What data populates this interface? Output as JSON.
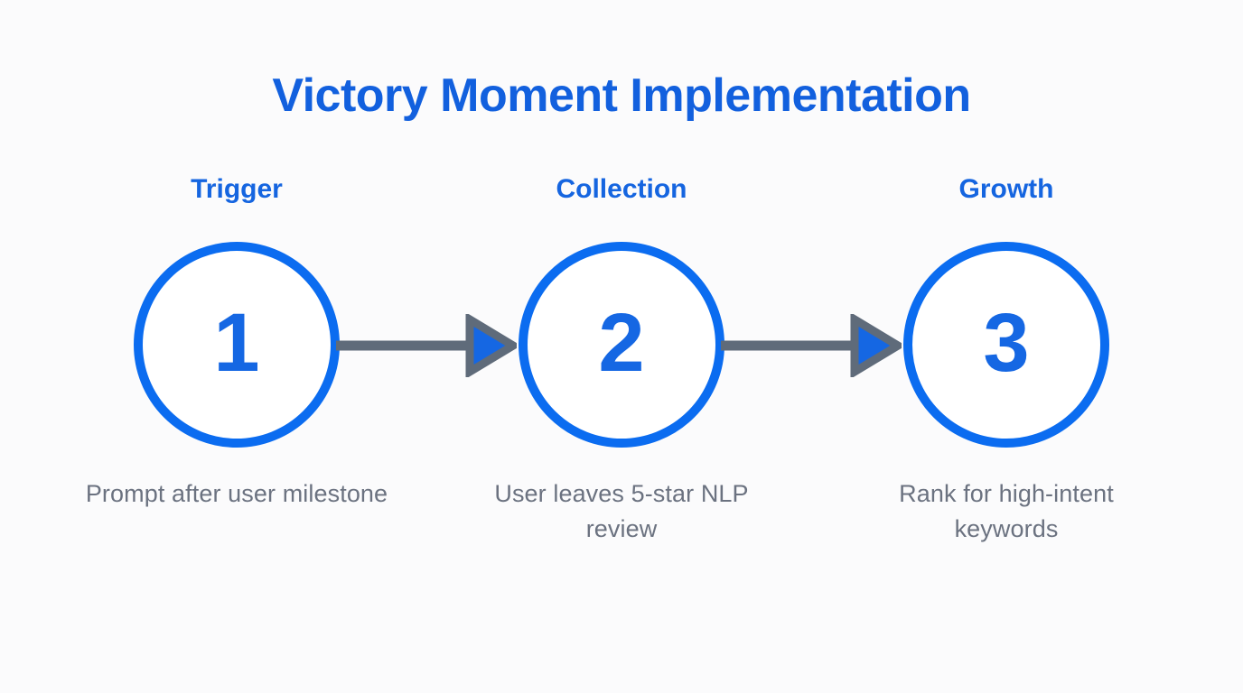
{
  "slide": {
    "title": "Victory Moment Implementation",
    "background_color": "#fbfbfc",
    "title_color": "#1260de",
    "accent_color": "#0b6cf0",
    "caption_color": "#6b7280",
    "arrow_color": "#5f6b7a",
    "arrowhead_fill_color": "#1567e3"
  },
  "steps": [
    {
      "label": "Trigger",
      "number": "1",
      "caption": "Prompt after user milestone"
    },
    {
      "label": "Collection",
      "number": "2",
      "caption": "User leaves 5-star NLP review"
    },
    {
      "label": "Growth",
      "number": "3",
      "caption": "Rank for high-intent keywords"
    }
  ],
  "connectors": [
    {
      "from": "Trigger",
      "to": "Collection"
    },
    {
      "from": "Collection",
      "to": "Growth"
    }
  ]
}
